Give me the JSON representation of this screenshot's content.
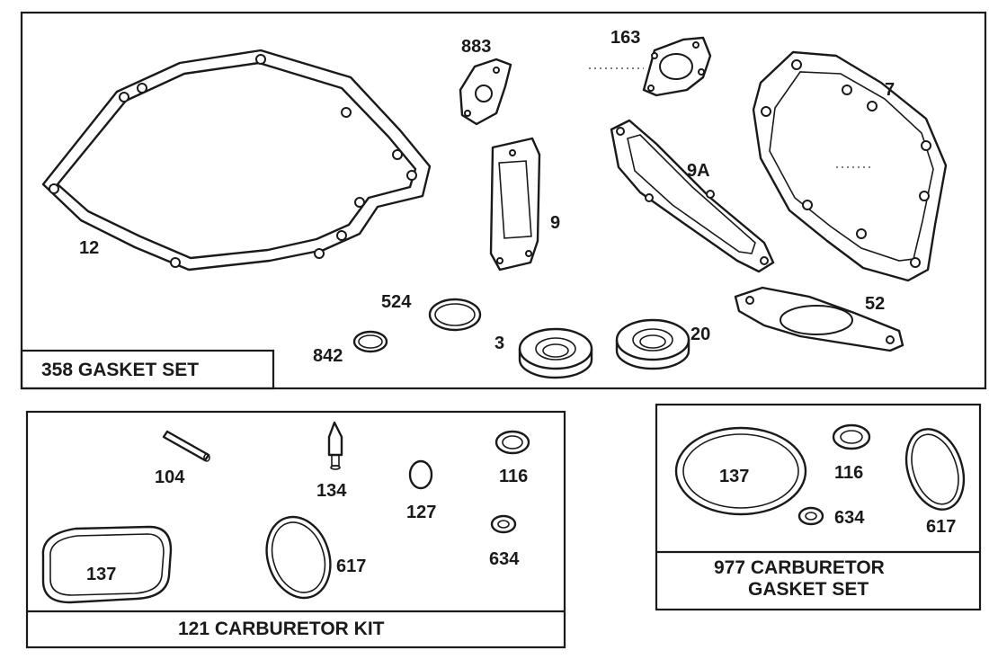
{
  "panels": {
    "gasket_set": {
      "title": "358 GASKET SET",
      "labels": {
        "p12": "12",
        "p883": "883",
        "p163": "163",
        "p7": "7",
        "p9": "9",
        "p9a": "9A",
        "p524": "524",
        "p842": "842",
        "p3": "3",
        "p20": "20",
        "p52": "52"
      }
    },
    "carb_kit": {
      "title": "121 CARBURETOR KIT",
      "labels": {
        "p104": "104",
        "p134": "134",
        "p127": "127",
        "p116": "116",
        "p634": "634",
        "p137": "137",
        "p617": "617"
      }
    },
    "carb_gasket_set": {
      "title_line1": "977 CARBURETOR",
      "title_line2": "GASKET SET",
      "labels": {
        "p137": "137",
        "p116": "116",
        "p634": "634",
        "p617": "617"
      }
    }
  }
}
